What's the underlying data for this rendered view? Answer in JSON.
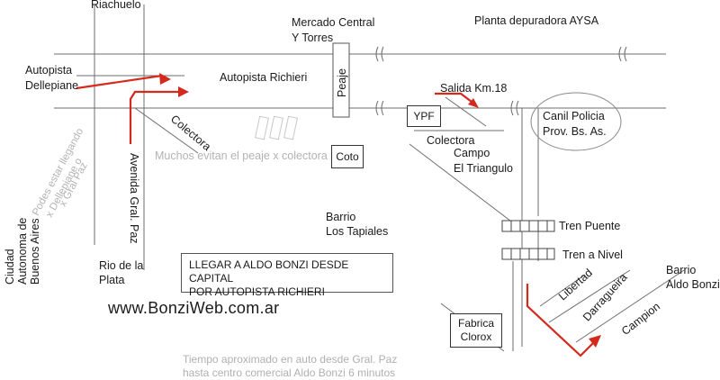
{
  "labels": {
    "riachuelo": "Riachuelo",
    "mercado": [
      "Mercado Central",
      "Y Torres"
    ],
    "planta": "Planta depuradora AYSA",
    "autopista_dellepiane": [
      "Autopista",
      "Dellepiane"
    ],
    "autopista_richieri": "Autopista Richieri",
    "peaje": "Peaje",
    "salida": "Salida Km.18",
    "ypf": "YPF",
    "canil": [
      "Canil Policia",
      "Prov. Bs. As."
    ],
    "colectora_diag": "Colectora",
    "colectora_right": "Colectora",
    "campo": [
      "Campo",
      "El Triangulo"
    ],
    "coto": "Coto",
    "muchos": "Muchos evitan el peaje x colectora",
    "avenida": "Avenida Gral. Paz",
    "podes": [
      "Podes estar llegando",
      "x Dellepiane o",
      "x Gral Paz"
    ],
    "ciudad": [
      "Ciudad",
      "Autonoma de",
      "Buenos Aires"
    ],
    "barrio_tapiales": [
      "Barrio",
      "Los Tapiales"
    ],
    "rio": [
      "Rio de la",
      "Plata"
    ],
    "tren_puente": "Tren Puente",
    "tren_nivel": "Tren a Nivel",
    "barrio_bonzi": [
      "Barrio",
      "Aldo Bonzi"
    ],
    "libertad": "Libertad",
    "darragueira": "Darragueira",
    "campion": "Campion",
    "fabrica": [
      "Fabrica",
      "Clorox"
    ]
  },
  "title_box": [
    "LLEGAR A ALDO BONZI DESDE CAPITAL",
    "POR AUTOPISTA RICHIERI"
  ],
  "website": "www.BonziWeb.com.ar",
  "note": [
    "Tiempo aproximado en auto desde Gral. Paz",
    "hasta centro comercial Aldo Bonzi 6 minutos"
  ],
  "colors": {
    "route": "#d42a1e",
    "road": "#6e6e6e",
    "faded": "#b3b3b3"
  }
}
